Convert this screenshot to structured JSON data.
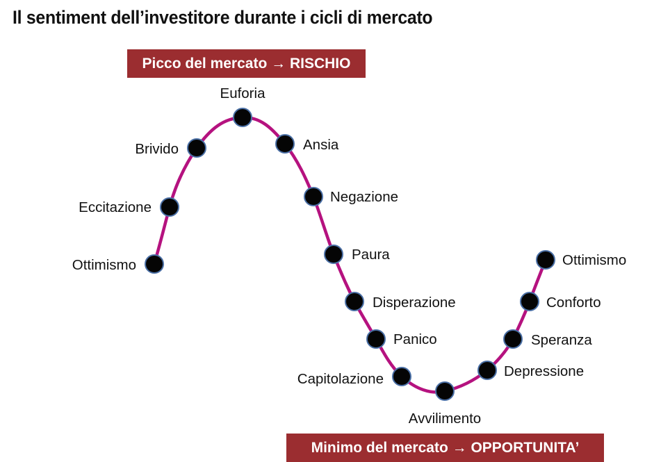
{
  "title": "Il sentiment dell’investitore durante i cicli di mercato",
  "banners": {
    "top": "Picco del mercato → RISCHIO",
    "bottom": "Minimo del mercato → OPPORTUNITA’"
  },
  "colors": {
    "banner": "#9b2d30",
    "curve": "#b5127f",
    "node": "#050505",
    "node_stroke": "#4a6fa5"
  },
  "stages": [
    "Ottimismo",
    "Eccitazione",
    "Brivido",
    "Euforia",
    "Ansia",
    "Negazione",
    "Paura",
    "Disperazione",
    "Panico",
    "Capitolazione",
    "Avvilimento",
    "Depressione",
    "Speranza",
    "Conforto",
    "Ottimismo"
  ]
}
